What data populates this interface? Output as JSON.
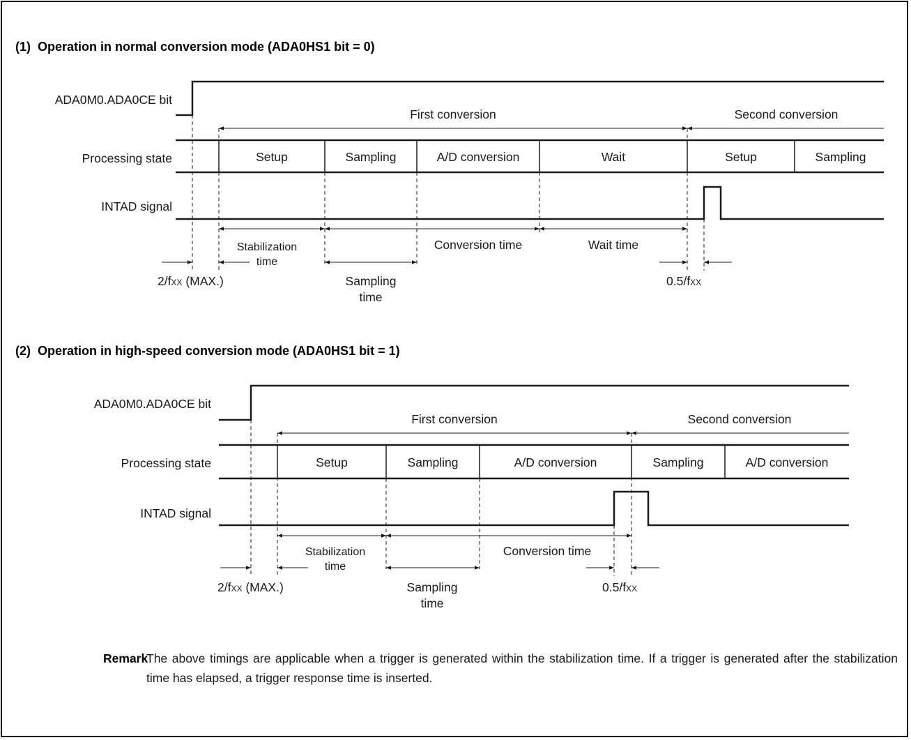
{
  "sections": [
    {
      "heading": "(1)  Operation in normal conversion mode (ADA0HS1 bit = 0)",
      "signal_labels": {
        "ce_bit": "ADA0M0.ADA0CE bit",
        "processing": "Processing state",
        "intad": "INTAD signal"
      },
      "conversions": [
        "First conversion",
        "Second conversion"
      ],
      "states": [
        "Setup",
        "Sampling",
        "A/D conversion",
        "Wait",
        "Setup",
        "Sampling"
      ],
      "timings": {
        "stabilization": [
          "Stabilization",
          "time"
        ],
        "sampling": [
          "Sampling",
          "time"
        ],
        "conversion": "Conversion time",
        "wait": "Wait time",
        "max_delay": {
          "pre": "2/f",
          "sub": "XX",
          "post": " (MAX.)"
        },
        "half": {
          "pre": "0.5/f",
          "sub": "XX",
          "post": ""
        }
      }
    },
    {
      "heading": "(2)  Operation in high-speed conversion mode (ADA0HS1 bit = 1)",
      "signal_labels": {
        "ce_bit": "ADA0M0.ADA0CE bit",
        "processing": "Processing state",
        "intad": "INTAD signal"
      },
      "conversions": [
        "First conversion",
        "Second conversion"
      ],
      "states": [
        "Setup",
        "Sampling",
        "A/D conversion",
        "Sampling",
        "A/D conversion"
      ],
      "timings": {
        "stabilization": [
          "Stabilization",
          "time"
        ],
        "sampling": [
          "Sampling",
          "time"
        ],
        "conversion": "Conversion time",
        "max_delay": {
          "pre": "2/f",
          "sub": "XX",
          "post": " (MAX.)"
        },
        "half": {
          "pre": "0.5/f",
          "sub": "XX",
          "post": ""
        }
      }
    }
  ],
  "remark": {
    "label": "Remark",
    "text": "The above timings are applicable when a trigger is generated within the stabilization time.  If a trigger is generated after the stabilization time has elapsed, a trigger response time is inserted."
  }
}
